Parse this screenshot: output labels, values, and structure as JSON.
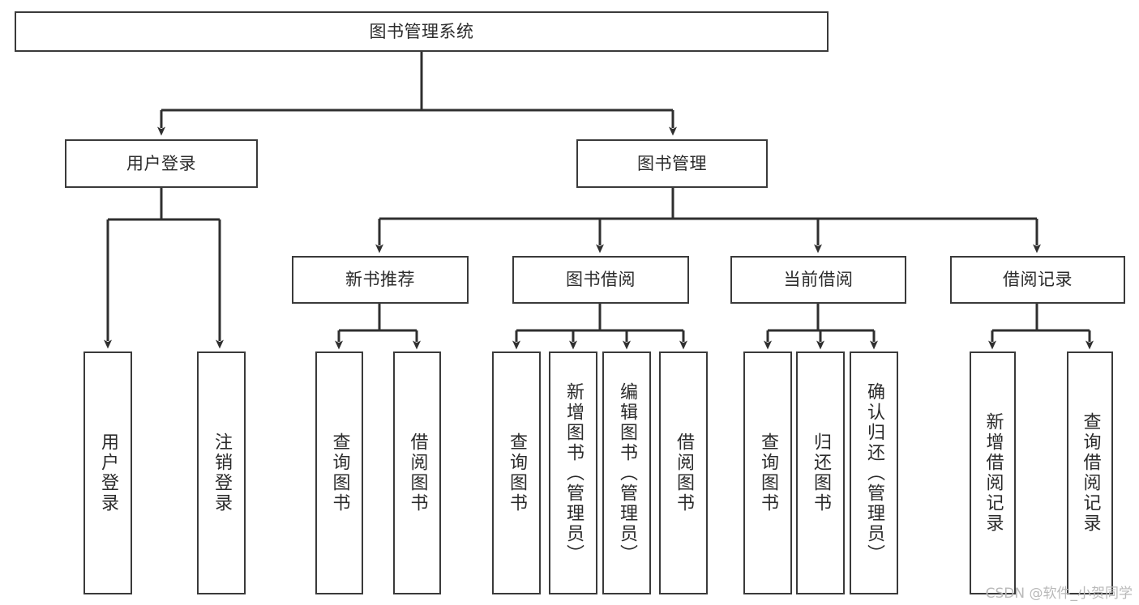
{
  "diagram": {
    "type": "tree-hierarchy",
    "title": "图书管理系统",
    "style": {
      "box_border_color": "#3a3a3a",
      "box_fill_color": "#ffffff",
      "text_color": "#2b2b2b",
      "connector_color": "#2f2f2f",
      "background": "#ffffff"
    },
    "root": {
      "label": "图书管理系统"
    },
    "level2": [
      {
        "label": "用户登录"
      },
      {
        "label": "图书管理"
      }
    ],
    "level3": [
      {
        "label": "新书推荐"
      },
      {
        "label": "图书借阅"
      },
      {
        "label": "当前借阅"
      },
      {
        "label": "借阅记录"
      }
    ],
    "leaves": {
      "user_login": [
        {
          "label": "用户登录"
        },
        {
          "label": "注销登录"
        }
      ],
      "new_book_recommend": [
        {
          "label": "查询图书"
        },
        {
          "label": "借阅图书"
        }
      ],
      "book_borrow": [
        {
          "label": "查询图书"
        },
        {
          "label": "新增图书（管理员）"
        },
        {
          "label": "编辑图书（管理员）"
        },
        {
          "label": "借阅图书"
        }
      ],
      "current_borrow": [
        {
          "label": "查询图书"
        },
        {
          "label": "归还图书"
        },
        {
          "label": "确认归还（管理员）"
        }
      ],
      "borrow_record": [
        {
          "label": "新增借阅记录"
        },
        {
          "label": "查询借阅记录"
        }
      ]
    }
  },
  "watermark": {
    "text": "CSDN @软件_小贺同学"
  }
}
